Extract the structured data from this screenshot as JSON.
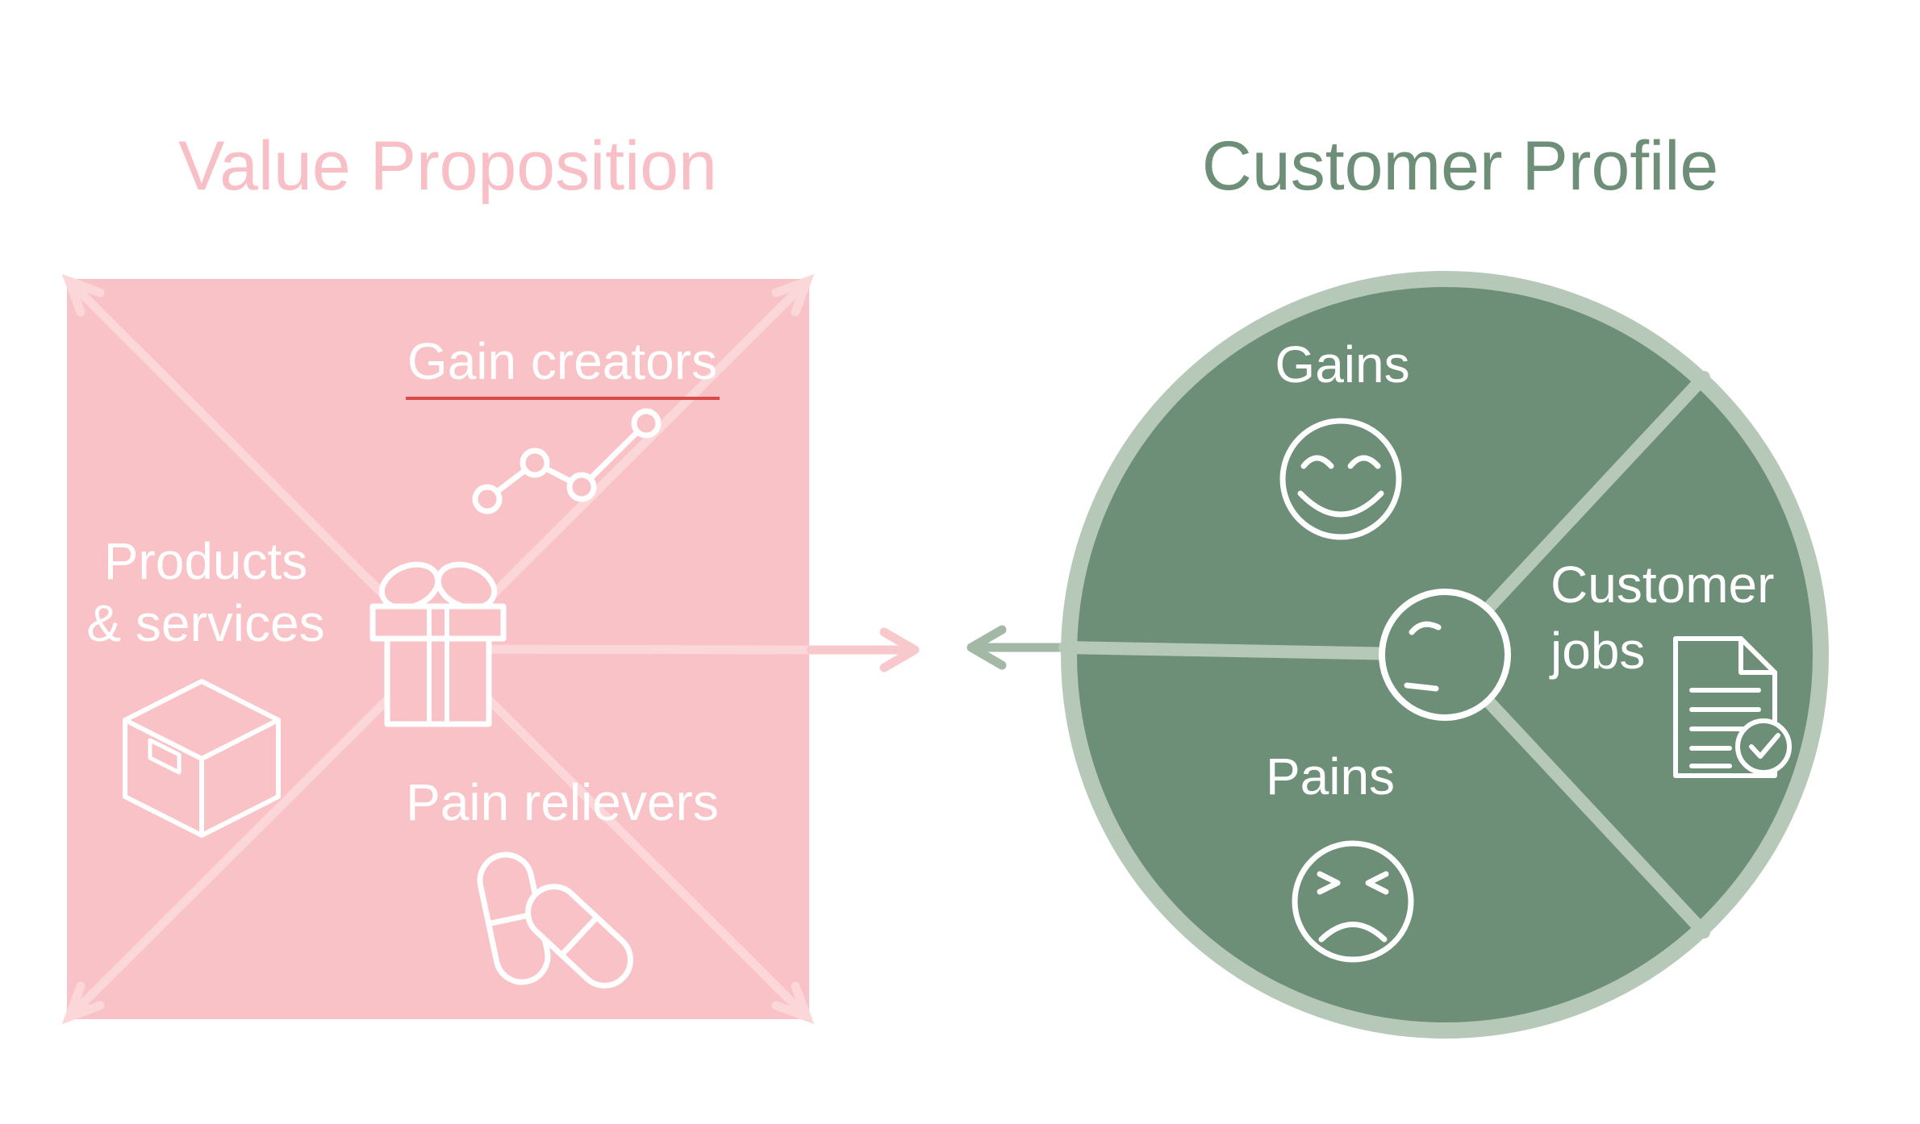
{
  "titles": {
    "value_proposition": "Value Proposition",
    "customer_profile": "Customer Profile"
  },
  "value_proposition": {
    "gain_creators_label": "Gain creators",
    "products_services_line1": "Products",
    "products_services_line2": "& services",
    "pain_relievers_label": "Pain relievers",
    "icons": [
      "line-chart-icon",
      "gift-icon",
      "box-icon",
      "pills-icon"
    ]
  },
  "customer_profile": {
    "gains_label": "Gains",
    "customer_jobs_line1": "Customer",
    "customer_jobs_line2": "jobs",
    "pains_label": "Pains",
    "icons": [
      "happy-face-icon",
      "profile-face-icon",
      "sad-face-icon",
      "document-check-icon"
    ]
  },
  "colors": {
    "pink_fill": "#f9c2c6",
    "pink_line": "#fbd7d9",
    "pink_title": "#f8c0c6",
    "pink_arrow": "#f8c9cc",
    "green_fill": "#6d8e77",
    "green_light": "#b6c8b8",
    "green_arrow": "#a3b9a6",
    "red_underline": "#d94a4a",
    "icon_stroke": "#ffffff"
  }
}
